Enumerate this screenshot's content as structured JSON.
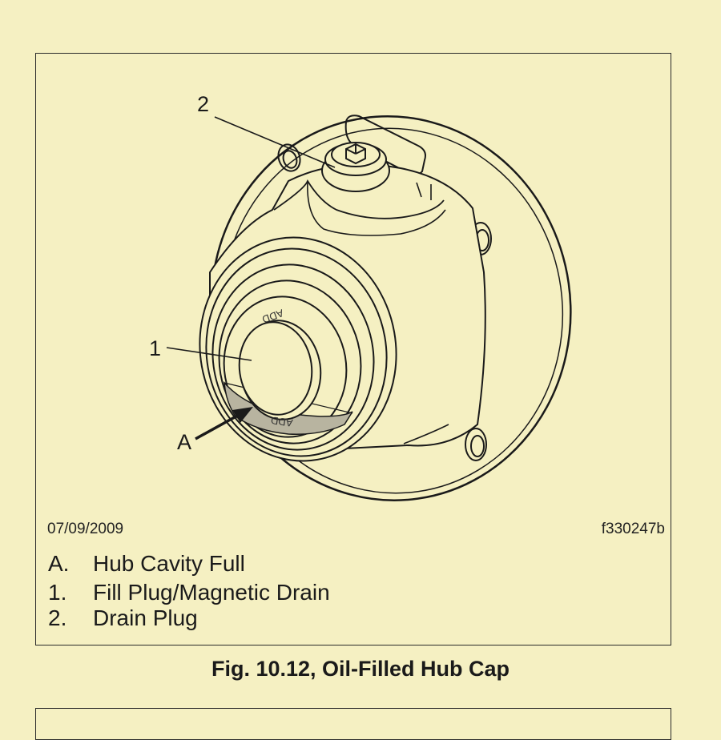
{
  "figure": {
    "callouts": {
      "one": "1",
      "two": "2",
      "a": "A"
    },
    "embossed_text": "ADD",
    "date": "07/09/2009",
    "figure_id": "f330247b",
    "legend": [
      {
        "key": "A.",
        "text": "Hub Cavity Full"
      },
      {
        "key": "1.",
        "text": "Fill Plug/Magnetic Drain"
      },
      {
        "key": "2.",
        "text": "Drain Plug"
      }
    ],
    "caption": "Fig. 10.12, Oil-Filled Hub Cap"
  }
}
